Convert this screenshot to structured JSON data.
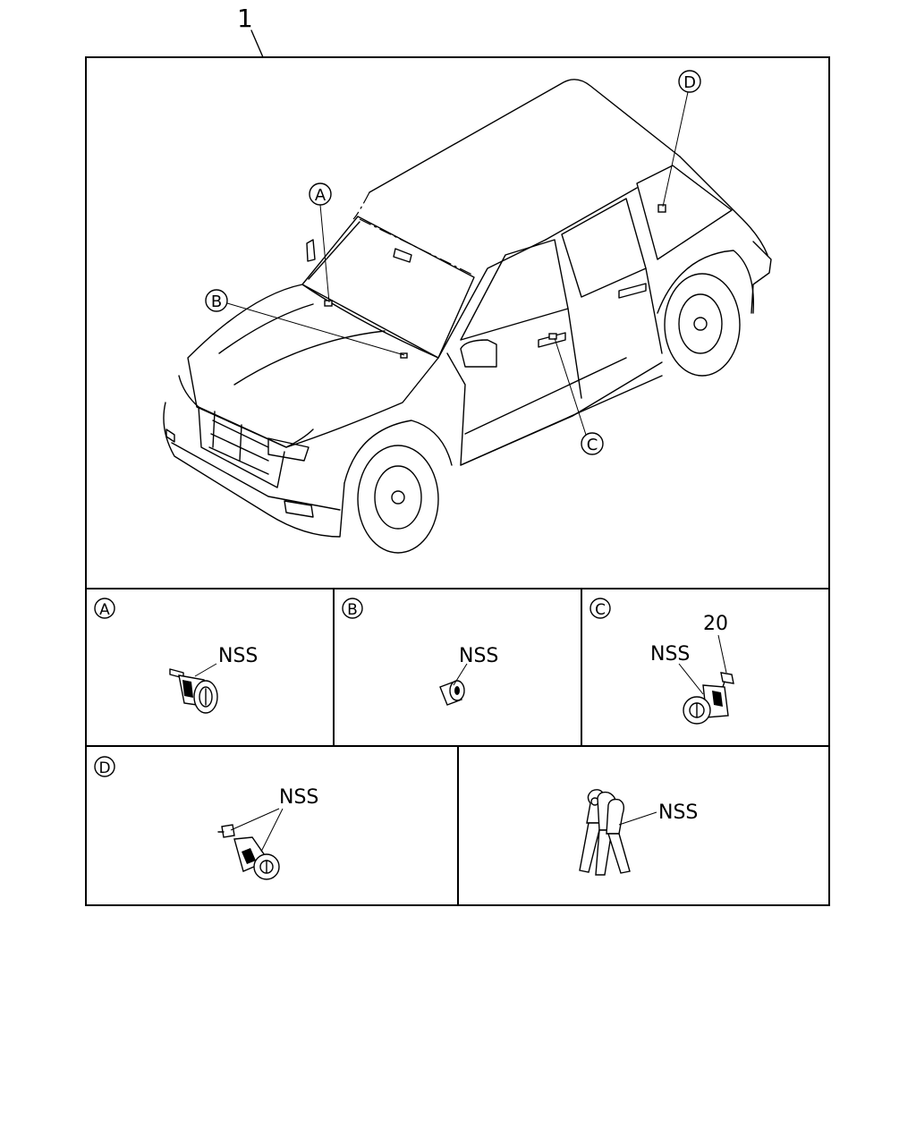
{
  "callouts": {
    "assembly_number": "1",
    "part_20": "20",
    "nss": "NSS"
  },
  "letters": {
    "a": "A",
    "b": "B",
    "c": "C",
    "d": "D"
  }
}
